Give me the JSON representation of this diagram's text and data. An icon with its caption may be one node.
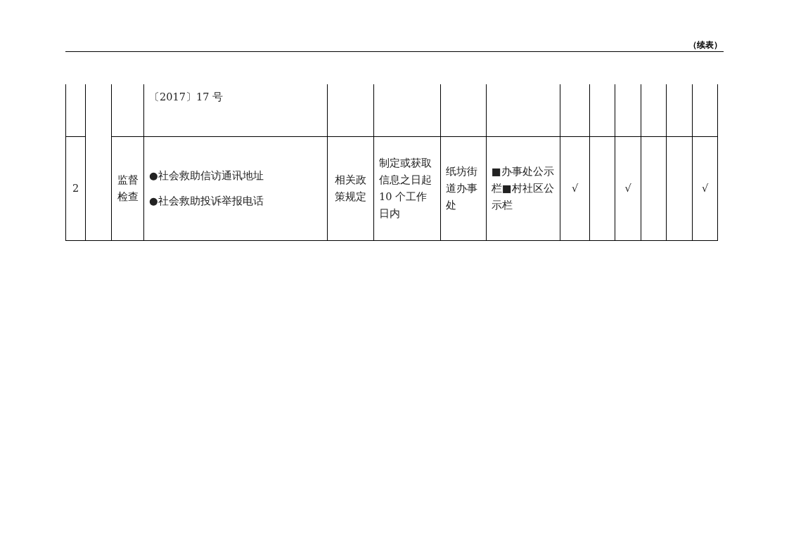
{
  "diagram": {
    "title": "（续表）",
    "labels": [
      "〔2017〕17 号",
      "2",
      "监督检查",
      "●社会救助信访通讯地址",
      "●社会救助投诉举报电话",
      "相关政策规定",
      "制定或获取信息之日起10 个工作日内",
      "纸坊街道办事处",
      "■办事处公示栏■村社区公示栏",
      "√",
      "√",
      "√"
    ]
  }
}
